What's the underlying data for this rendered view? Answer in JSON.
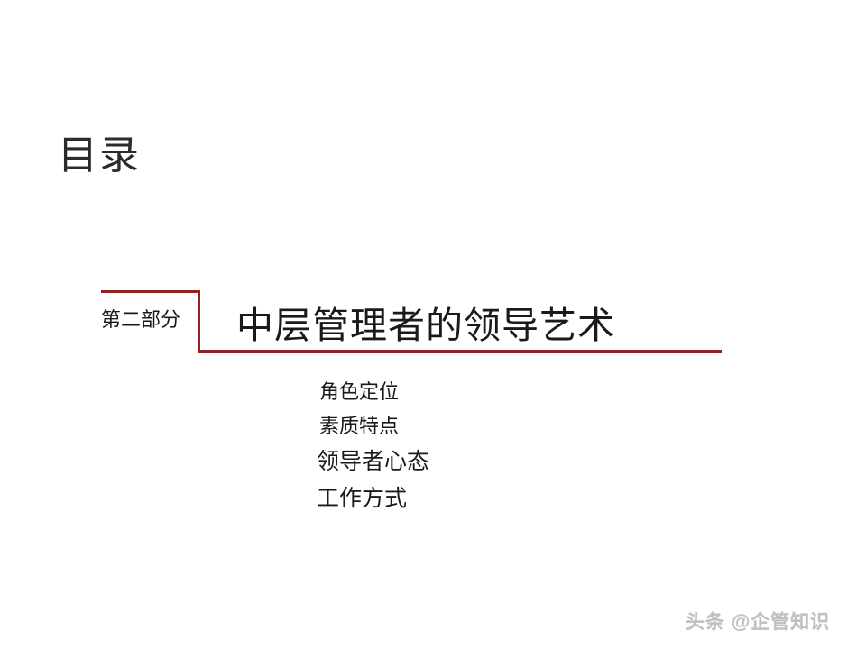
{
  "slide": {
    "title": "目录",
    "background_color": "#ffffff",
    "accent_color": "#8e2222",
    "text_color": "#1a1a1a"
  },
  "section": {
    "label": "第二部分",
    "heading": "中层管理者的领导艺术"
  },
  "topics": [
    {
      "label": "角色定位"
    },
    {
      "label": "素质特点"
    },
    {
      "label": "领导者心态"
    },
    {
      "label": "工作方式"
    }
  ],
  "watermark": {
    "text": "头条 @企管知识",
    "color": "#bdbdbd"
  }
}
